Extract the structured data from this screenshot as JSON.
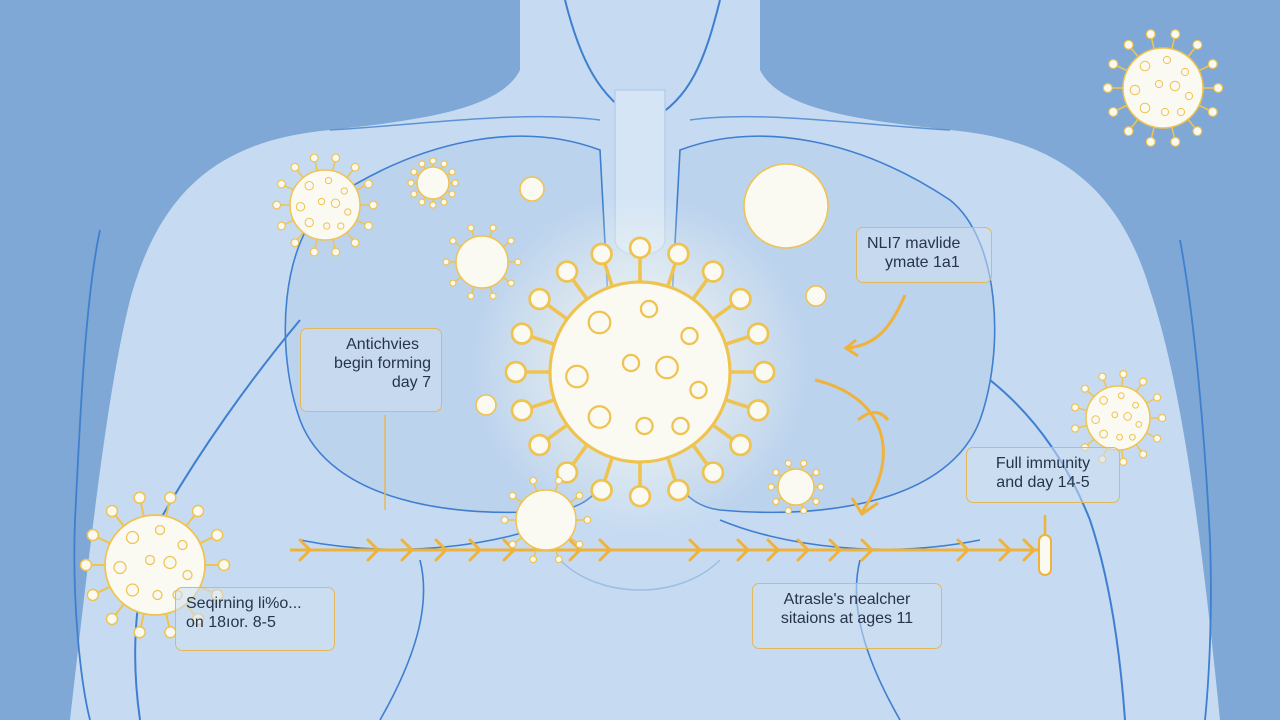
{
  "colors": {
    "background": "#7fa8d6",
    "torso_fill": "#c6dbf1",
    "torso_outline": "#3f7fd0",
    "virus_fill": "#fbfaf2",
    "virus_outline": "#efc350",
    "timeline": "#efb23a",
    "label_border": "#e3b85a",
    "label_text": "#27344a"
  },
  "labels": {
    "antibodies": {
      "line1": "Antichvies",
      "line2": "begin forming",
      "line3": "day 7"
    },
    "top_right": {
      "line1": "NLI7 mavlide",
      "line2": "ymate 1a1"
    },
    "full_immunity": {
      "line1": "Full immunity",
      "line2": "and day 14-5"
    },
    "beginning": {
      "line1": "Seqirning li%o...",
      "line2": "on 18ıor. 8-5"
    },
    "bottom_right": {
      "line1": "Atrasle's nealcher",
      "line2": "sitaions at ages 11"
    }
  },
  "icons": {
    "virus": "virus-icon",
    "immune_cell": "cell-icon",
    "timeline_arrow": "chevron-arrow-icon",
    "curved_arrow": "curved-arrow-icon"
  }
}
